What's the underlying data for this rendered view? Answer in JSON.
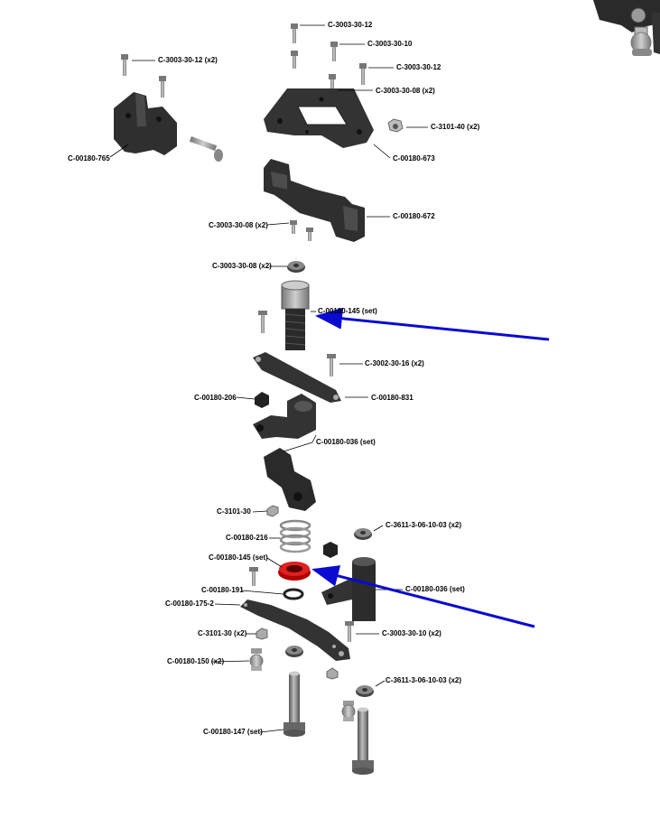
{
  "diagram": {
    "callouts": [
      {
        "id": "c1",
        "text": "C-3003-30-12"
      },
      {
        "id": "c2",
        "text": "C-3003-30-10"
      },
      {
        "id": "c3",
        "text": "C-3003-30-12"
      },
      {
        "id": "c4",
        "text": "C-3003-30-08 (x2)"
      },
      {
        "id": "c5",
        "text": "C-3003-30-12 (x2)"
      },
      {
        "id": "c6",
        "text": "C-3101-40 (x2)"
      },
      {
        "id": "c7",
        "text": "C-00180-765"
      },
      {
        "id": "c8",
        "text": "C-00180-673"
      },
      {
        "id": "c9",
        "text": "C-00180-672"
      },
      {
        "id": "c10",
        "text": "C-3003-30-08 (x2)"
      },
      {
        "id": "c11",
        "text": "C-3003-30-08 (x2)"
      },
      {
        "id": "c12",
        "text": "C-00180-145 (set)"
      },
      {
        "id": "c13",
        "text": "C-3002-30-16 (x2)"
      },
      {
        "id": "c14",
        "text": "C-00180-206"
      },
      {
        "id": "c15",
        "text": "C-00180-831"
      },
      {
        "id": "c16",
        "text": "C-00180-036 (set)"
      },
      {
        "id": "c17",
        "text": "C-3101-30"
      },
      {
        "id": "c18",
        "text": "C-3611-3-06-10-03 (x2)"
      },
      {
        "id": "c19",
        "text": "C-00180-216"
      },
      {
        "id": "c20",
        "text": "C-00180-145 (set)"
      },
      {
        "id": "c21",
        "text": "C-00180-191"
      },
      {
        "id": "c22",
        "text": "C-00180-036 (set)"
      },
      {
        "id": "c23",
        "text": "C-00180-175-2"
      },
      {
        "id": "c24",
        "text": "C-3101-30 (x2)"
      },
      {
        "id": "c25",
        "text": "C-3003-30-10 (x2)"
      },
      {
        "id": "c26",
        "text": "C-00180-150 (x2)"
      },
      {
        "id": "c27",
        "text": "C-3611-3-06-10-03 (x2)"
      },
      {
        "id": "c28",
        "text": "C-00180-147 (set)"
      }
    ]
  },
  "colors": {
    "part_dark": "#2e2e2e",
    "part_mid": "#555555",
    "screw": "#9a9a9a",
    "highlight_red": "#d01010",
    "arrow_blue": "#0a0ad0",
    "leader": "#000000"
  }
}
